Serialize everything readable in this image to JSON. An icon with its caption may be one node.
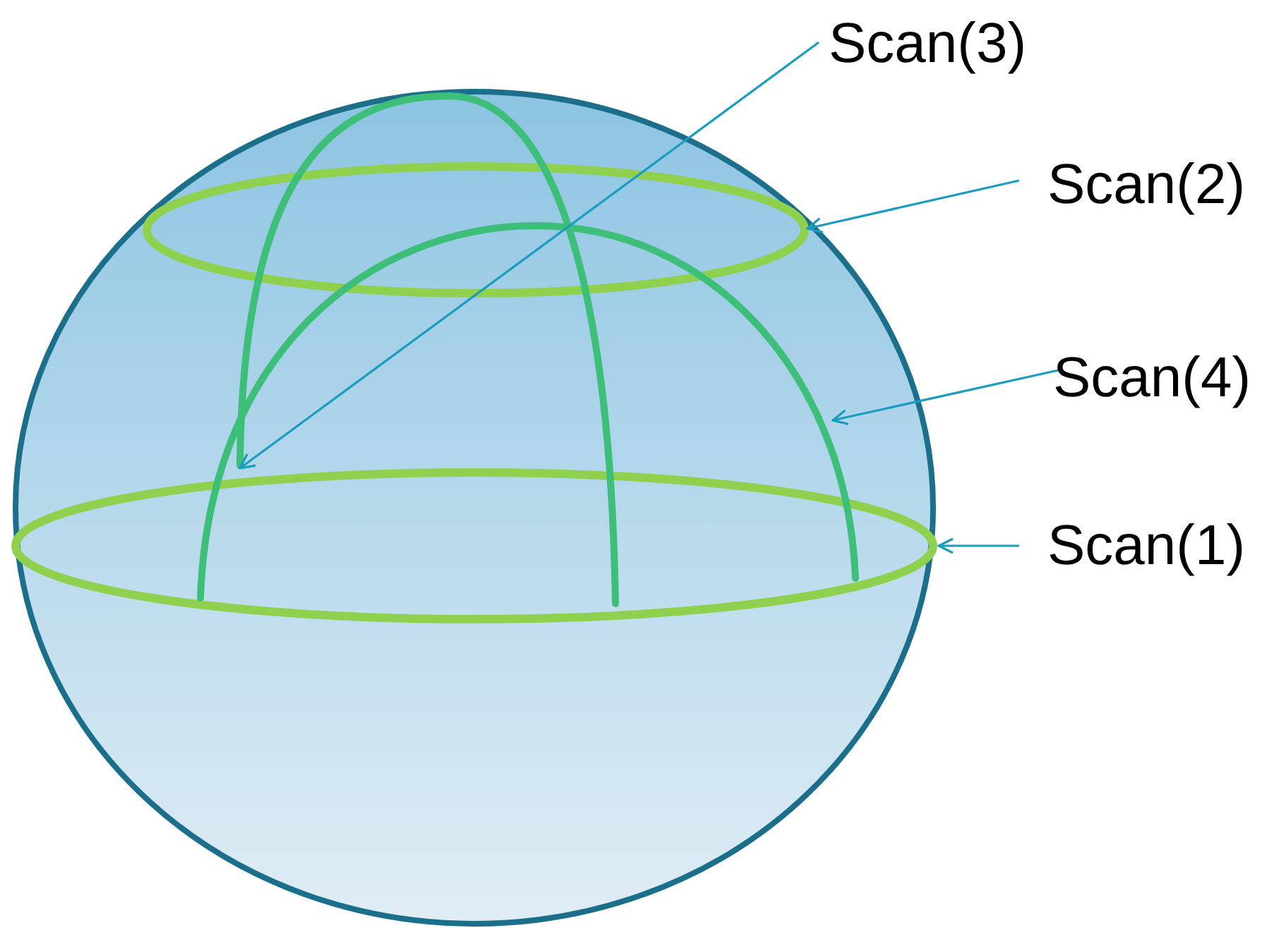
{
  "diagram": {
    "nodes": [
      {
        "text": [
          "Scan(3)"
        ]
      },
      {
        "text": [
          "Scan(2)"
        ]
      },
      {
        "text": [
          "Scan(4)"
        ]
      },
      {
        "text": [
          "Scan(1)"
        ]
      },
      {
        "text": [],
        "shape": "ellipse"
      },
      {
        "text": [],
        "shape": "ellipse"
      },
      {
        "text": [],
        "shape": "arc"
      },
      {
        "text": [],
        "shape": "arc"
      }
    ],
    "edges": [
      {
        "from": 0,
        "to": 6,
        "arrow": "to"
      },
      {
        "from": 1,
        "to": 4,
        "arrow": "to"
      },
      {
        "from": 2,
        "to": 7,
        "arrow": "to"
      },
      {
        "from": 3,
        "to": 5,
        "arrow": "to"
      }
    ]
  }
}
